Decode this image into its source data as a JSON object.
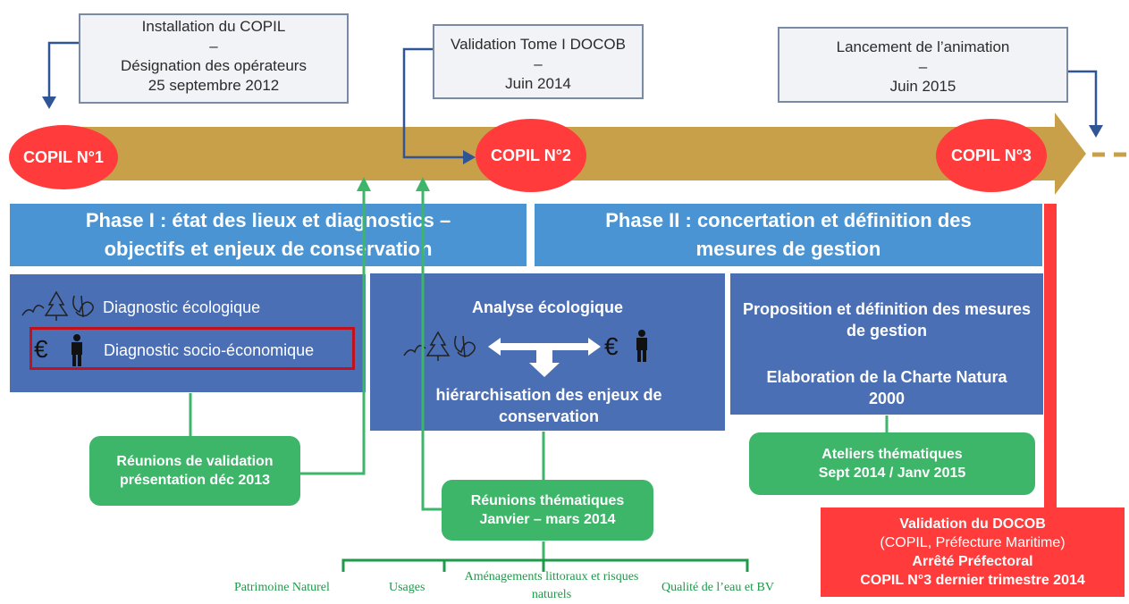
{
  "callouts": [
    {
      "lines": [
        "Installation du COPIL",
        "–",
        "Désignation des opérateurs",
        "25 septembre 2012"
      ]
    },
    {
      "lines": [
        "Validation Tome I DOCOB",
        "–",
        "Juin 2014"
      ]
    },
    {
      "lines": [
        "Lancement de l’animation",
        "–",
        "Juin 2015"
      ]
    }
  ],
  "copil": [
    "COPIL N°1",
    "COPIL N°2",
    "COPIL N°3"
  ],
  "phases": {
    "phase1": [
      "Phase I : état des lieux et diagnostics –",
      "objectifs et enjeux de conservation"
    ],
    "phase2": [
      "Phase II : concertation et définition des",
      "mesures de gestion"
    ]
  },
  "block1": {
    "item1": "Diagnostic écologique",
    "item2": "Diagnostic socio-économique",
    "euro": "€"
  },
  "block2": {
    "title": "Analyse écologique",
    "subtitle": "hiérarchisation des enjeux de conservation",
    "euro": "€"
  },
  "block3": {
    "line1": "Proposition et définition des mesures de gestion",
    "line2": "Elaboration de la Charte Natura 2000"
  },
  "greens": {
    "validation": [
      "Réunions de validation",
      "présentation déc 2013"
    ],
    "thematiques": [
      "Réunions thématiques",
      "Janvier – mars 2014"
    ],
    "ateliers": [
      "Ateliers thématiques",
      "Sept 2014 / Janv 2015"
    ]
  },
  "categories": [
    "Patrimoine Naturel",
    "Usages",
    "Aménagements littoraux et risques naturels",
    "Qualité de l’eau et BV"
  ],
  "final": {
    "line1": "Validation du DOCOB",
    "line2": "(COPIL, Préfecture Maritime)",
    "line3": "Arrêté Préfectoral",
    "line4": "COPIL N°3 dernier trimestre 2014"
  },
  "colors": {
    "arrow": "#c9a04a",
    "copil": "#ff3b3b",
    "phase": "#4a94d3",
    "block": "#4a6fb5",
    "green": "#3db66a",
    "connector_green": "#1e9a49",
    "connector_blue": "#2f5597"
  }
}
